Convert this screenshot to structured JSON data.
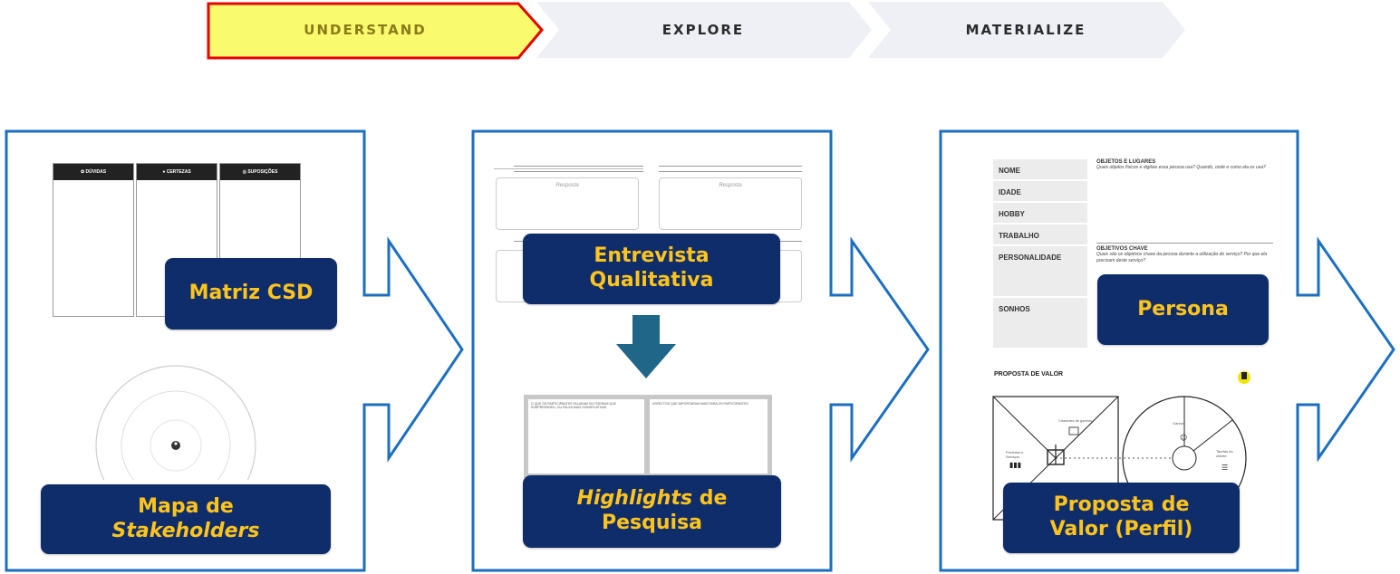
{
  "stages": [
    "UNDERSTAND",
    "EXPLORE",
    "MATERIALIZE"
  ],
  "colors": {
    "active_fill": "#fafa6e",
    "active_border": "#e60000",
    "inactive_fill": "#eef0f5",
    "panel_border": "#1c6fc0",
    "tag_bg": "#0f2d6b",
    "tag_text": "#ffc41c",
    "down_arrow": "#1f6688"
  },
  "panels": [
    {
      "thumbs": {
        "csd_columns": [
          "DÚVIDAS",
          "CERTEZAS",
          "SUPOSIÇÕES"
        ]
      },
      "tags": [
        {
          "lines": [
            "Matriz CSD"
          ]
        },
        {
          "lines": [
            "Mapa de",
            "Stakeholders"
          ]
        }
      ]
    },
    {
      "thumbs": {
        "answer_label": "Resposta",
        "highlight_col1": "O QUE OS PARTICIPANTES FALARAM OU FIZERAM QUE SURPREENDEU, OU FALAS MAIS SIGNIFICATIVAS",
        "highlight_col2": "ASPECTOS QUE IMPORTARAM MAIS PARA OS PARTICIPANTES"
      },
      "tags": [
        {
          "lines": [
            "Entrevista",
            "Qualitativa"
          ]
        },
        {
          "lines": [
            "Highlights de",
            "Pesquisa"
          ]
        }
      ]
    },
    {
      "thumbs": {
        "persona_fields": [
          "NOME",
          "IDADE",
          "HOBBY",
          "TRABALHO",
          "PERSONALIDADE",
          "SONHOS"
        ],
        "objects_title": "OBJETOS E LUGARES",
        "objects_text": "Quais objetos físicos e digitais essa pessoa usa? Quando, onde e como ela os usa?",
        "goals_title": "OBJETIVOS CHAVE",
        "goals_text": "Quais são os objetivos chave da pessoa durante a utilização do serviço? Por que ela precisam deste serviço?",
        "vp_title": "PROPOSTA DE VALOR",
        "vp_gains_creators": "Criadores de ganhos",
        "vp_products": "Produtos e Serviços",
        "vp_gains": "Ganhos",
        "vp_jobs": "Tarefas do cliente"
      },
      "tags": [
        {
          "lines": [
            "Persona"
          ]
        },
        {
          "lines": [
            "Proposta de",
            "Valor (Perfil)"
          ]
        }
      ]
    }
  ]
}
